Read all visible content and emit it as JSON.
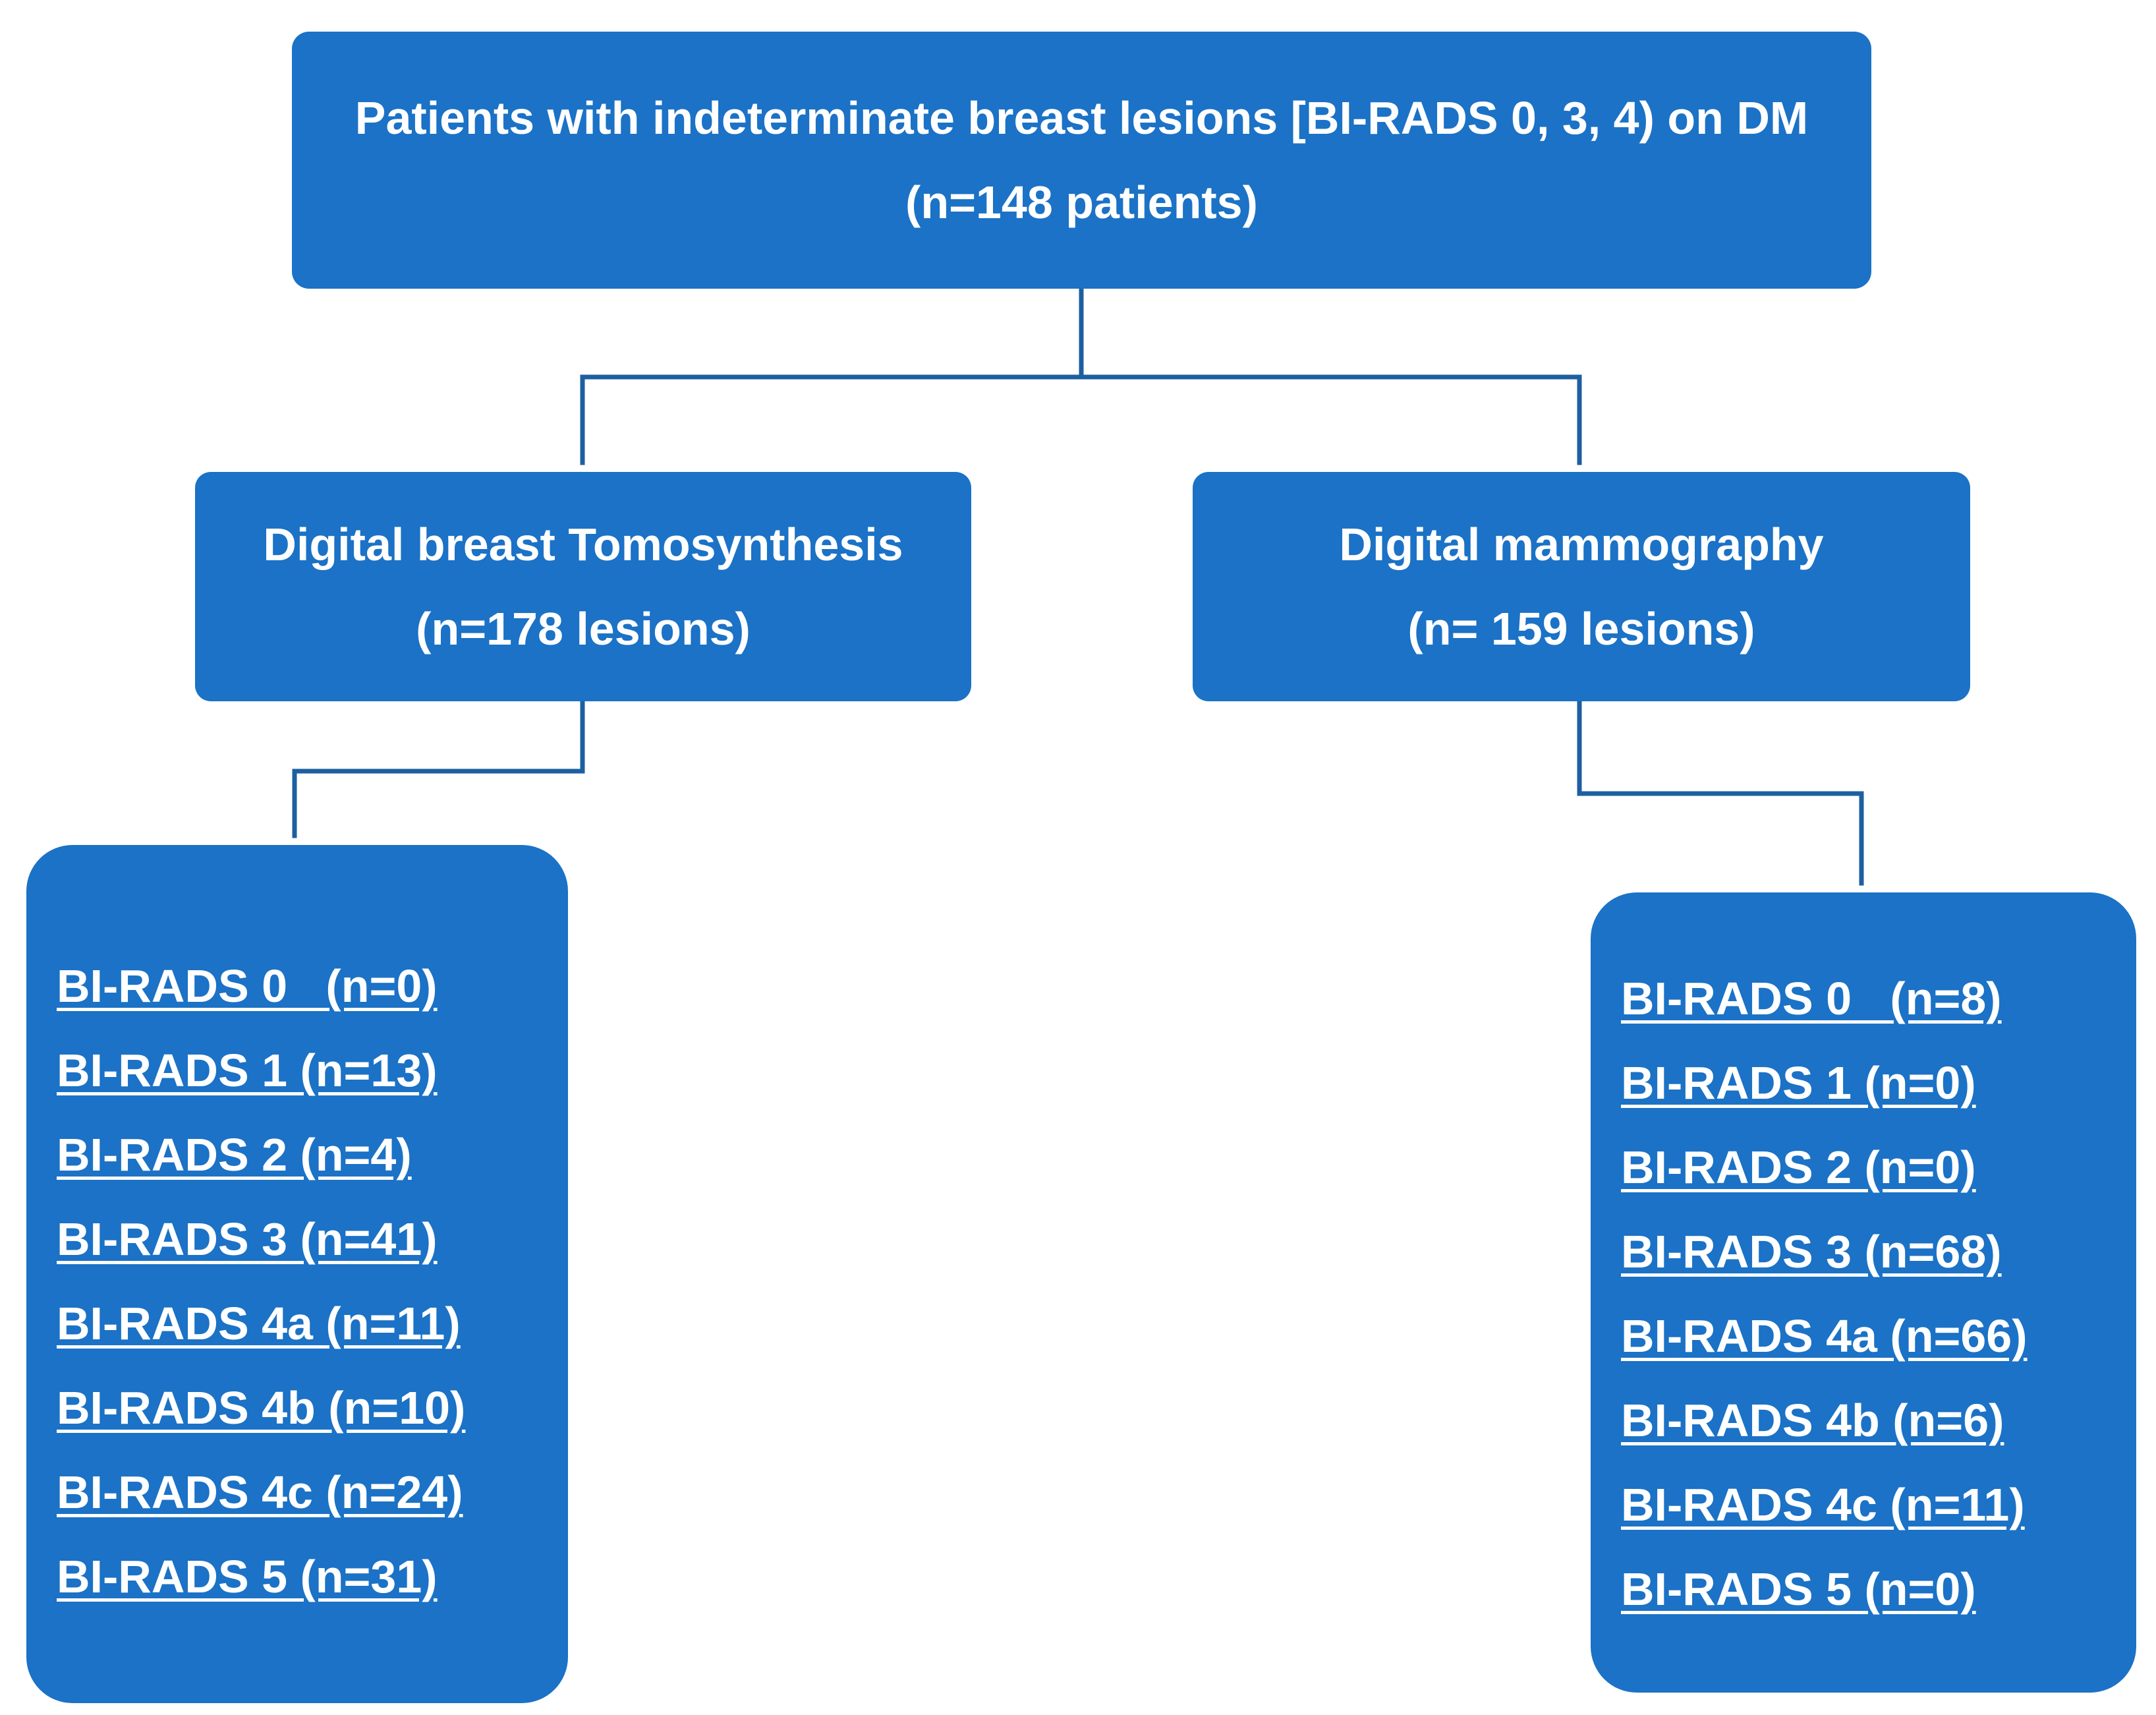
{
  "root": {
    "line1": "Patients with indeterminate breast lesions [BI-RADS 0, 3, 4) on DM",
    "line2": "(n=148 patients)"
  },
  "branches": {
    "dbt": {
      "title": "Digital breast Tomosynthesis",
      "count": "(n=178 lesions)",
      "items": [
        "BI-RADS 0   (n=0)",
        "BI-RADS 1 (n=13)",
        "BI-RADS 2 (n=4)",
        "BI-RADS 3 (n=41)",
        "BI-RADS 4a (n=11)",
        "BI-RADS 4b (n=10)",
        "BI-RADS 4c (n=24)",
        "BI-RADS 5 (n=31)"
      ]
    },
    "dm": {
      "title": "Digital mammography",
      "count": "(n= 159 lesions)",
      "items": [
        "BI-RADS 0   (n=8)",
        "BI-RADS 1 (n=0)",
        "BI-RADS 2 (n=0)",
        "BI-RADS 3 (n=68)",
        "BI-RADS 4a (n=66)",
        "BI-RADS 4b (n=6)",
        "BI-RADS 4c (n=11)",
        "BI-RADS 5 (n=0)"
      ]
    }
  },
  "colors": {
    "box_fill": "#1b72c6",
    "connector": "#1d5fa0",
    "text": "#ffffff"
  }
}
